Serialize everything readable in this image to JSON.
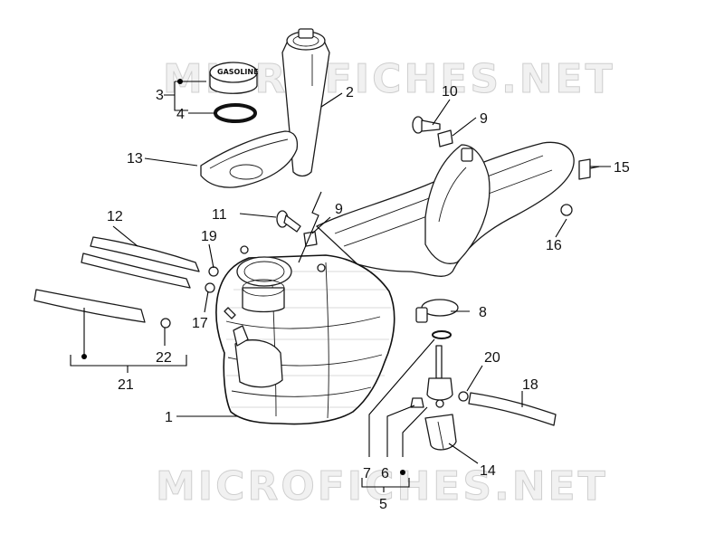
{
  "watermark": "MICROFICHES.NET",
  "cap_label": "GASOLINE",
  "callouts": {
    "c1": "1",
    "c2": "2",
    "c3": "3",
    "c4": "4",
    "c5": "5",
    "c6": "6",
    "c7": "7",
    "c8": "8",
    "c9a": "9",
    "c9b": "9",
    "c10": "10",
    "c11": "11",
    "c12": "12",
    "c13": "13",
    "c14": "14",
    "c15": "15",
    "c16": "16",
    "c17": "17",
    "c18": "18",
    "c19": "19",
    "c20": "20",
    "c21": "21",
    "c22": "22"
  }
}
